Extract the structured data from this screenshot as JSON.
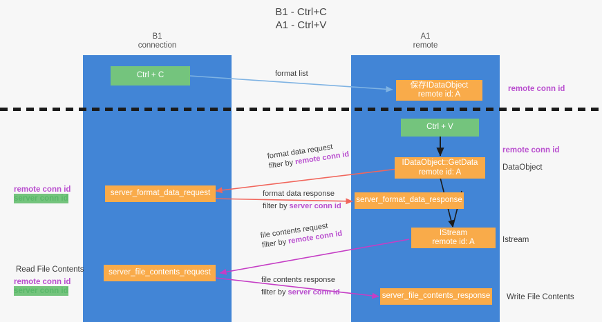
{
  "title": {
    "line1": "B1 - Ctrl+C",
    "line2": "A1 - Ctrl+V"
  },
  "lanes": [
    {
      "id": "b1",
      "name": "B1",
      "role": "connection",
      "color": "#4285d6"
    },
    {
      "id": "a1",
      "name": "A1",
      "role": "remote",
      "color": "#4285d6"
    }
  ],
  "colors": {
    "lane": "#4285d6",
    "orange": "#f9ab4a",
    "green": "#74c47d",
    "remote_conn_id": "#b94fcf",
    "server_conn_id": "#59b869",
    "format_list_arrow": "#7fb3e3",
    "format_data_arrow": "#f1665c",
    "file_contents_arrow": "#c53ec5",
    "black_arrow": "#1b1b1b"
  },
  "boxes": {
    "ctrl_c": {
      "label": "Ctrl + C",
      "style": "green"
    },
    "data_object": {
      "line1": "保存IDataObject",
      "line2": "remote id: A",
      "style": "orange"
    },
    "ctrl_v": {
      "label": "Ctrl + V",
      "style": "green"
    },
    "get_data": {
      "line1": "IDataObject::GetData",
      "line2": "remote id: A",
      "style": "orange"
    },
    "server_format_data_request": {
      "label": "server_format_data_request",
      "style": "orange"
    },
    "server_format_data_response": {
      "label": "server_format_data_response",
      "style": "orange"
    },
    "istream": {
      "line1": "IStream",
      "line2": "remote id: A",
      "style": "orange"
    },
    "server_file_contents_request": {
      "label": "server_file_contents_request",
      "style": "orange"
    },
    "server_file_contents_response": {
      "label": "server_file_contents_response",
      "style": "orange"
    }
  },
  "mid_labels": {
    "format_list": {
      "text": "format list"
    },
    "format_data_request": {
      "line1": "format data request",
      "prefix2": "filter by ",
      "hl2": "remote conn id"
    },
    "format_data_response": {
      "line1": "format data response",
      "prefix2": "filter by ",
      "hl2": "server conn id"
    },
    "file_contents_request": {
      "line1": "file contents request",
      "prefix2": "filter by ",
      "hl2": "remote conn id"
    },
    "file_contents_response": {
      "line1": "file contents response",
      "prefix2": "filter by ",
      "hl2": "server conn id"
    }
  },
  "right_annotations": {
    "remote_conn_id_top": "remote conn id",
    "remote_conn_id_mid": "remote conn id",
    "data_object": "DataObject",
    "istream": "Istream",
    "write_file_contents": "Write File Contents"
  },
  "left_annotations": {
    "remote_conn_id": "remote conn id",
    "server_conn_id": "server conn id",
    "read_file_contents": "Read File Contents",
    "remote_conn_id_2": "remote conn id",
    "server_conn_id_2": "server conn id"
  }
}
